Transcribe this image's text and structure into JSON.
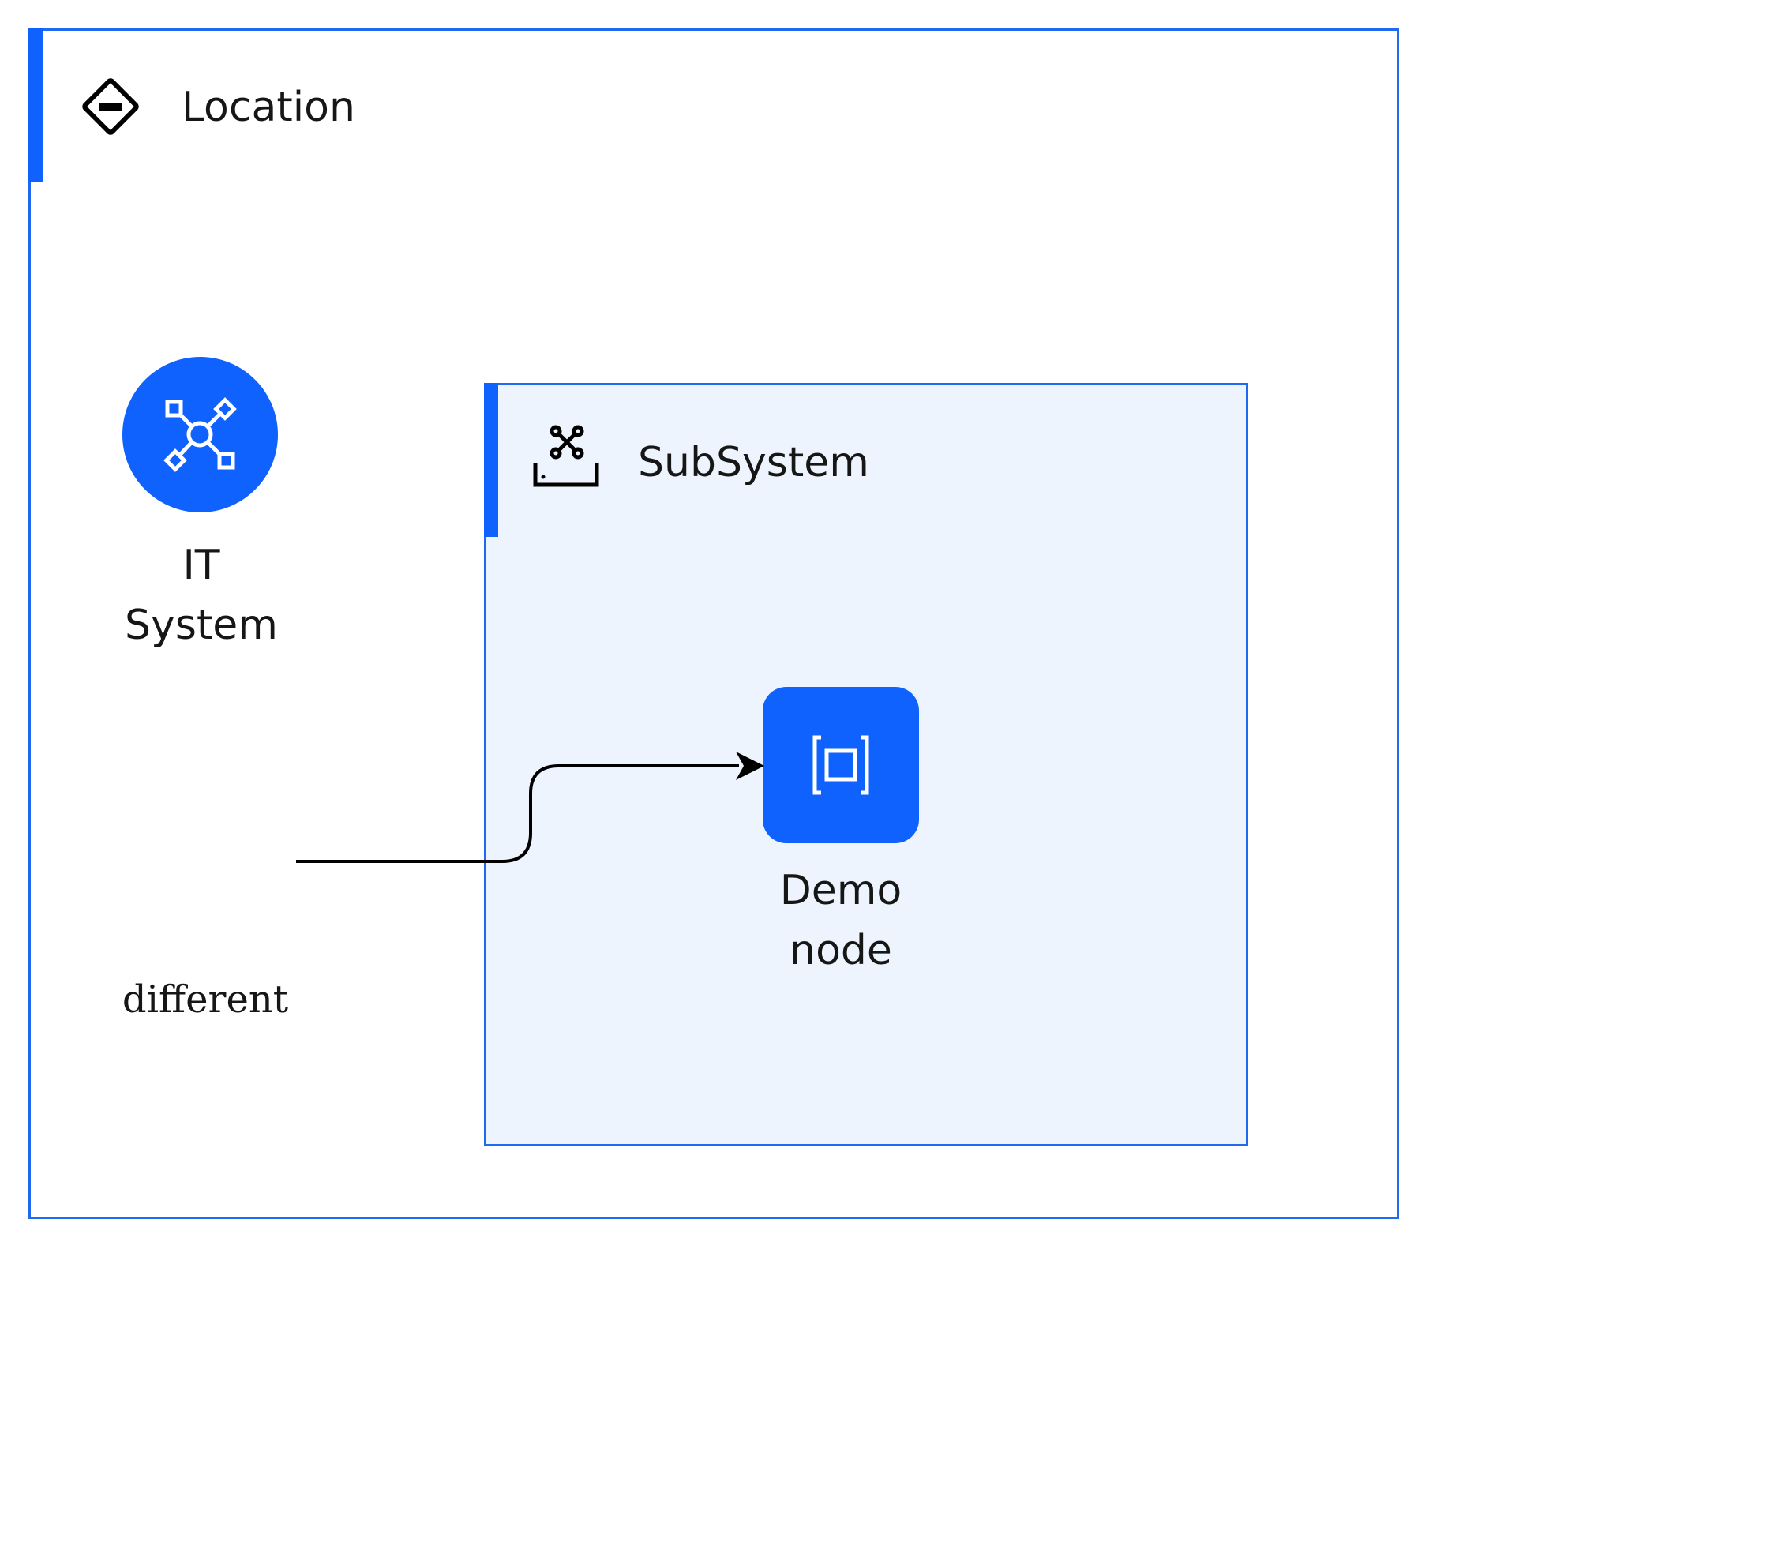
{
  "colors": {
    "accent": "#0f62fe",
    "border": "#1f6af0",
    "subsystem_fill": "#edf4fd",
    "text": "#161616",
    "edge": "#000000"
  },
  "location": {
    "label": "Location",
    "icon": "location-diamond-icon"
  },
  "it_system": {
    "label_line1": "IT",
    "label_line2": "System",
    "icon": "network-hub-icon"
  },
  "subsystem": {
    "label": "SubSystem",
    "icon": "subsystem-tray-icon"
  },
  "demo_node": {
    "label_line1": "Demo",
    "label_line2": "node",
    "icon": "bracket-square-icon"
  },
  "edge": {
    "label": "different",
    "from": "IT System",
    "to": "Demo node"
  }
}
